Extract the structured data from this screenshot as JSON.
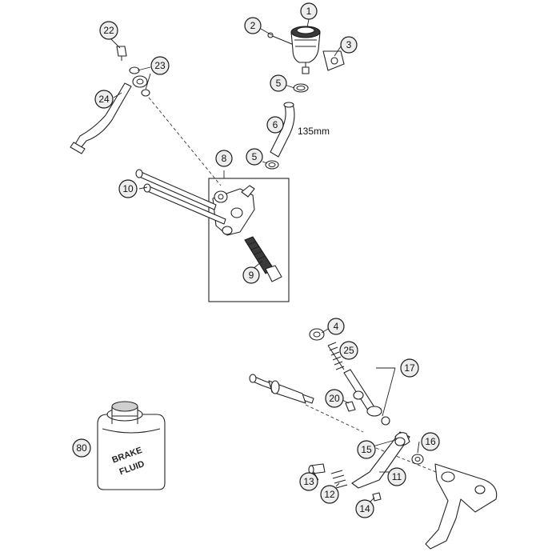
{
  "callouts": [
    {
      "key": "c1",
      "label": "1"
    },
    {
      "key": "c2",
      "label": "2"
    },
    {
      "key": "c3",
      "label": "3"
    },
    {
      "key": "c4",
      "label": "4"
    },
    {
      "key": "c5a",
      "label": "5"
    },
    {
      "key": "c5b",
      "label": "5"
    },
    {
      "key": "c6",
      "label": "6"
    },
    {
      "key": "c8",
      "label": "8"
    },
    {
      "key": "c9",
      "label": "9"
    },
    {
      "key": "c10",
      "label": "10"
    },
    {
      "key": "c11",
      "label": "11"
    },
    {
      "key": "c12",
      "label": "12"
    },
    {
      "key": "c13",
      "label": "13"
    },
    {
      "key": "c14",
      "label": "14"
    },
    {
      "key": "c15",
      "label": "15"
    },
    {
      "key": "c16",
      "label": "16"
    },
    {
      "key": "c17",
      "label": "17"
    },
    {
      "key": "c20",
      "label": "20"
    },
    {
      "key": "c22",
      "label": "22"
    },
    {
      "key": "c23",
      "label": "23"
    },
    {
      "key": "c24",
      "label": "24"
    },
    {
      "key": "c25",
      "label": "25"
    },
    {
      "key": "c80",
      "label": "80"
    }
  ],
  "hose_length": "135mm",
  "can_label_line1": "BRAKE",
  "can_label_line2": "FLUID"
}
